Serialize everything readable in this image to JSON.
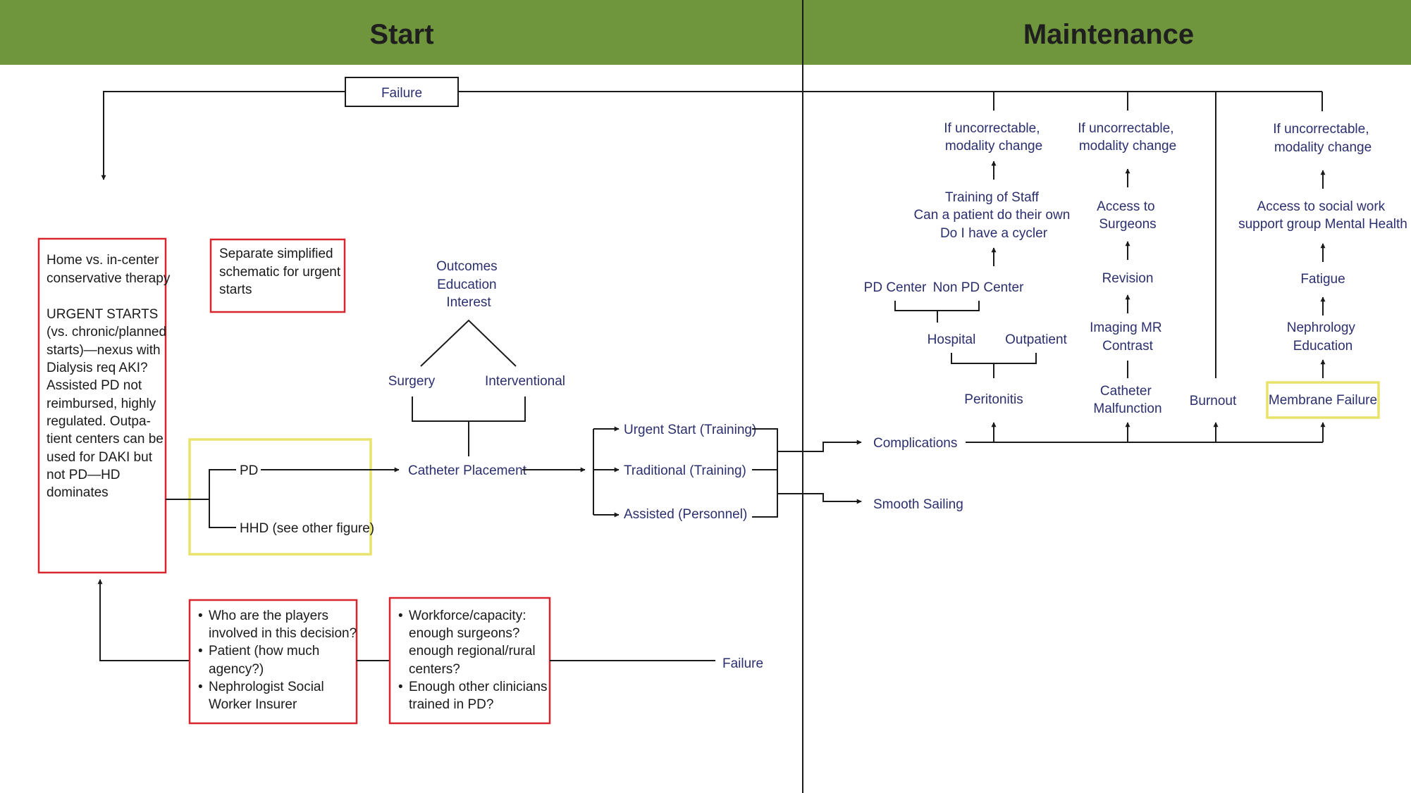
{
  "header": {
    "start_title": "Start",
    "maintenance_title": "Maintenance",
    "band_color": "#6f963c"
  },
  "colors": {
    "navy_text": "#2b2f6e",
    "red_box": "#d9262e",
    "yellow_box": "#e8e36b"
  },
  "start": {
    "failure_top": "Failure",
    "conservative_box": [
      "Home vs. in-center",
      "conservative therapy",
      "",
      "URGENT STARTS",
      "(vs. chronic/planned",
      "starts)—nexus with",
      "Dialysis req AKI?",
      "Assisted PD not",
      "reimbursed, highly",
      "regulated. Outpa-",
      "tient centers can be",
      "used for DAKI but",
      "not PD—HD",
      "dominates"
    ],
    "urgent_schematic_box": [
      "Separate simplified",
      "schematic for urgent",
      "starts"
    ],
    "pd": "PD",
    "hhd": "HHD (see other figure)",
    "outcomes": [
      "Outcomes",
      "Education",
      "Interest"
    ],
    "surgery": "Surgery",
    "interventional": "Interventional",
    "catheter_placement": "Catheter Placement",
    "urgent_start": "Urgent Start (Training)",
    "traditional": "Traditional (Training)",
    "assisted": "Assisted (Personnel)",
    "players_box": [
      {
        "bullet": "•",
        "text": "Who are the players"
      },
      {
        "bullet": "",
        "text": "involved in this decision?"
      },
      {
        "bullet": "•",
        "text": "Patient (how much"
      },
      {
        "bullet": "",
        "text": "agency?)"
      },
      {
        "bullet": "•",
        "text": "Nephrologist Social"
      },
      {
        "bullet": "",
        "text": "Worker Insurer"
      }
    ],
    "workforce_box": [
      {
        "bullet": "•",
        "text": "Workforce/capacity:"
      },
      {
        "bullet": "",
        "text": "enough surgeons?"
      },
      {
        "bullet": "",
        "text": "enough regional/rural"
      },
      {
        "bullet": "",
        "text": "centers?"
      },
      {
        "bullet": "•",
        "text": "Enough other clinicians"
      },
      {
        "bullet": "",
        "text": "trained in PD?"
      }
    ],
    "failure_bottom": "Failure"
  },
  "maintenance": {
    "complications": "Complications",
    "smooth_sailing": "Smooth Sailing",
    "peritonitis_col": {
      "change": [
        "If uncorrectable,",
        "modality change"
      ],
      "staff": [
        "Training of Staff",
        "Can a patient do their own",
        "Do I have a cycler"
      ],
      "pd_center": "PD Center",
      "non_pd_center": "Non PD Center",
      "hospital": "Hospital",
      "outpatient": "Outpatient",
      "peritonitis": "Peritonitis"
    },
    "catheter_col": {
      "change": [
        "If uncorrectable,",
        "modality change"
      ],
      "surgeons": [
        "Access to",
        "Surgeons"
      ],
      "revision": "Revision",
      "imaging": [
        "Imaging MR",
        "Contrast"
      ],
      "malfunction": [
        "Catheter",
        "Malfunction"
      ]
    },
    "burnout": "Burnout",
    "membrane_col": {
      "change": [
        "If uncorrectable,",
        "modality change"
      ],
      "social": [
        "Access to social work",
        "support group Mental Health"
      ],
      "fatigue": "Fatigue",
      "nephrology": [
        "Nephrology",
        "Education"
      ],
      "membrane_failure": "Membrane Failure"
    }
  }
}
